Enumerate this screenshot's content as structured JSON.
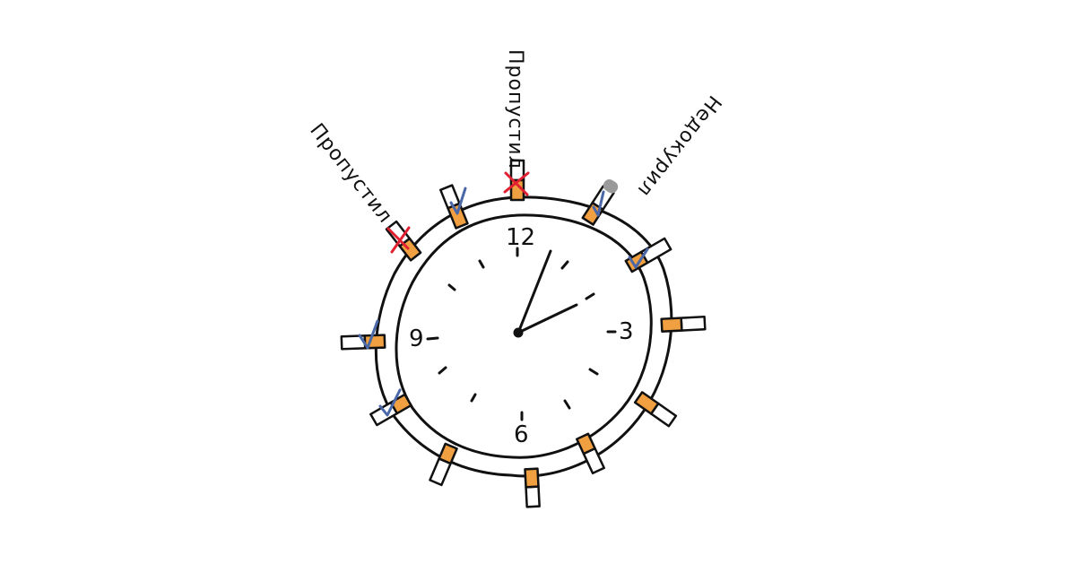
{
  "clock": {
    "numerals": {
      "twelve": "12",
      "three": "3",
      "six": "6",
      "nine": "9"
    }
  },
  "labels": {
    "skipped_top": "Пропустил",
    "skipped_left": "Пропустил",
    "unfinished": "Недокурил"
  },
  "marks": {
    "check": "check-mark",
    "cross": "cross-mark"
  },
  "colors": {
    "filter": "#f0a040",
    "ash": "#9a9a9a",
    "check": "#4a67a8",
    "cross": "#e02030",
    "ink": "#111111"
  }
}
